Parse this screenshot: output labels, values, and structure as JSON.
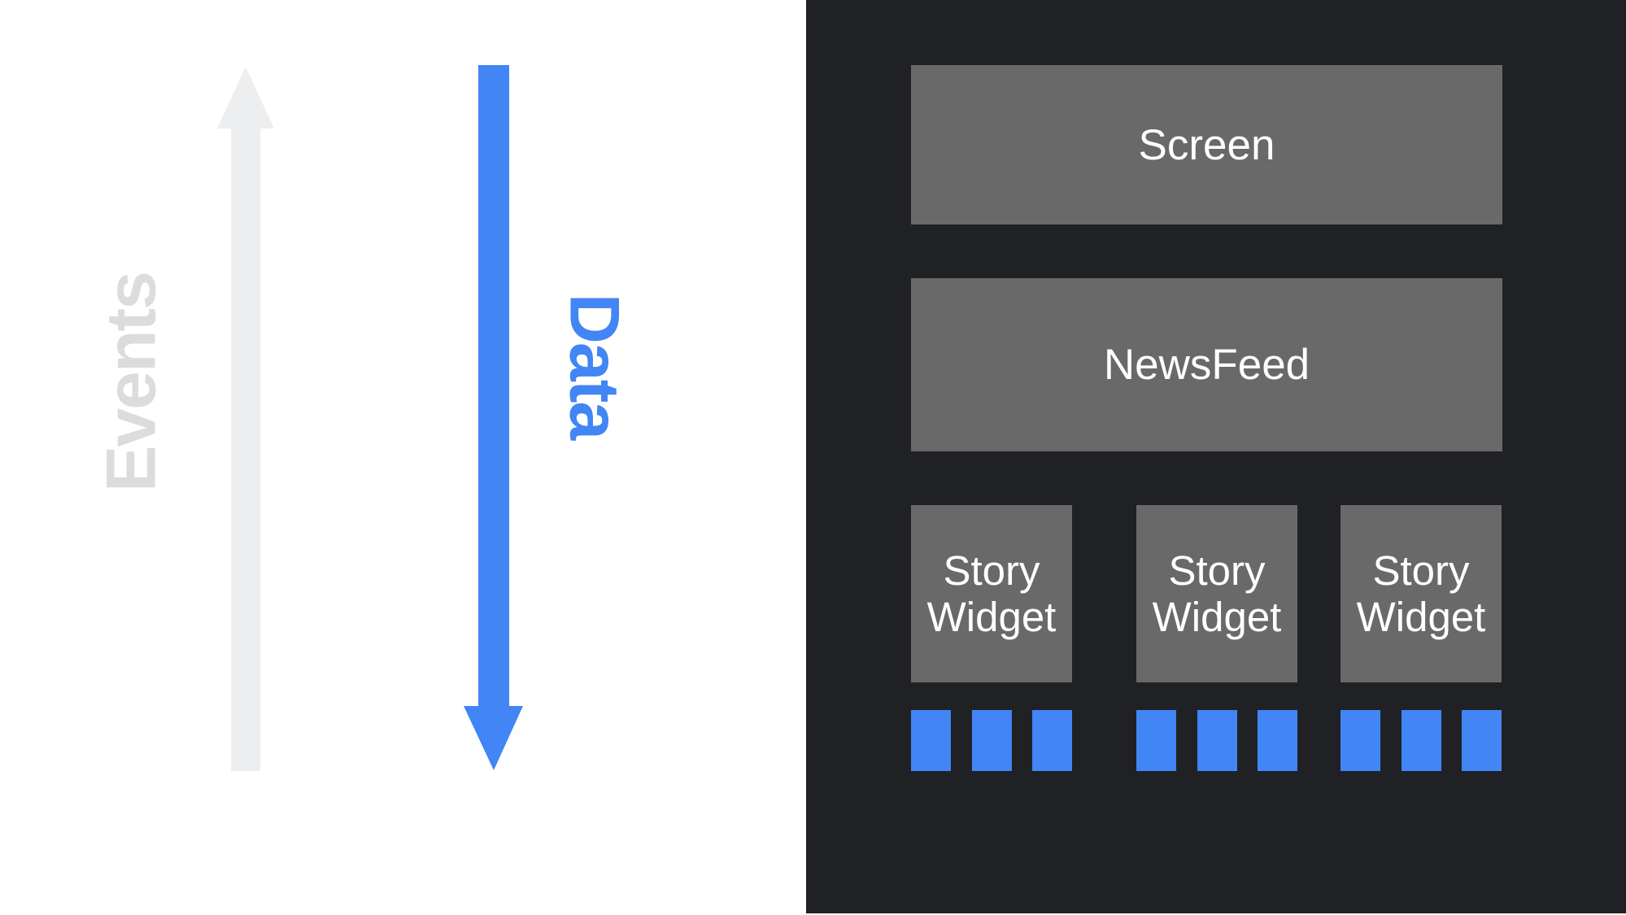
{
  "colors": {
    "background_left": "#FFFFFF",
    "events_text": "#DBDCDE",
    "arrow_gray": "#EDEEEF",
    "accent_blue": "#4285F4",
    "panel_background": "#202125",
    "box_gray": "#696969",
    "box_text": "#FFFFFF",
    "square_blue": "#4285F4"
  },
  "left_panel": {
    "events_label": "Events",
    "data_label": "Data",
    "events_arrow_direction": "up",
    "data_arrow_direction": "down"
  },
  "right_panel": {
    "screen_label": "Screen",
    "newsfeed_label": "NewsFeed",
    "story_widget": {
      "line1": "Story",
      "line2": "Widget"
    },
    "story_widget_count": 3,
    "squares_per_widget": 3
  }
}
